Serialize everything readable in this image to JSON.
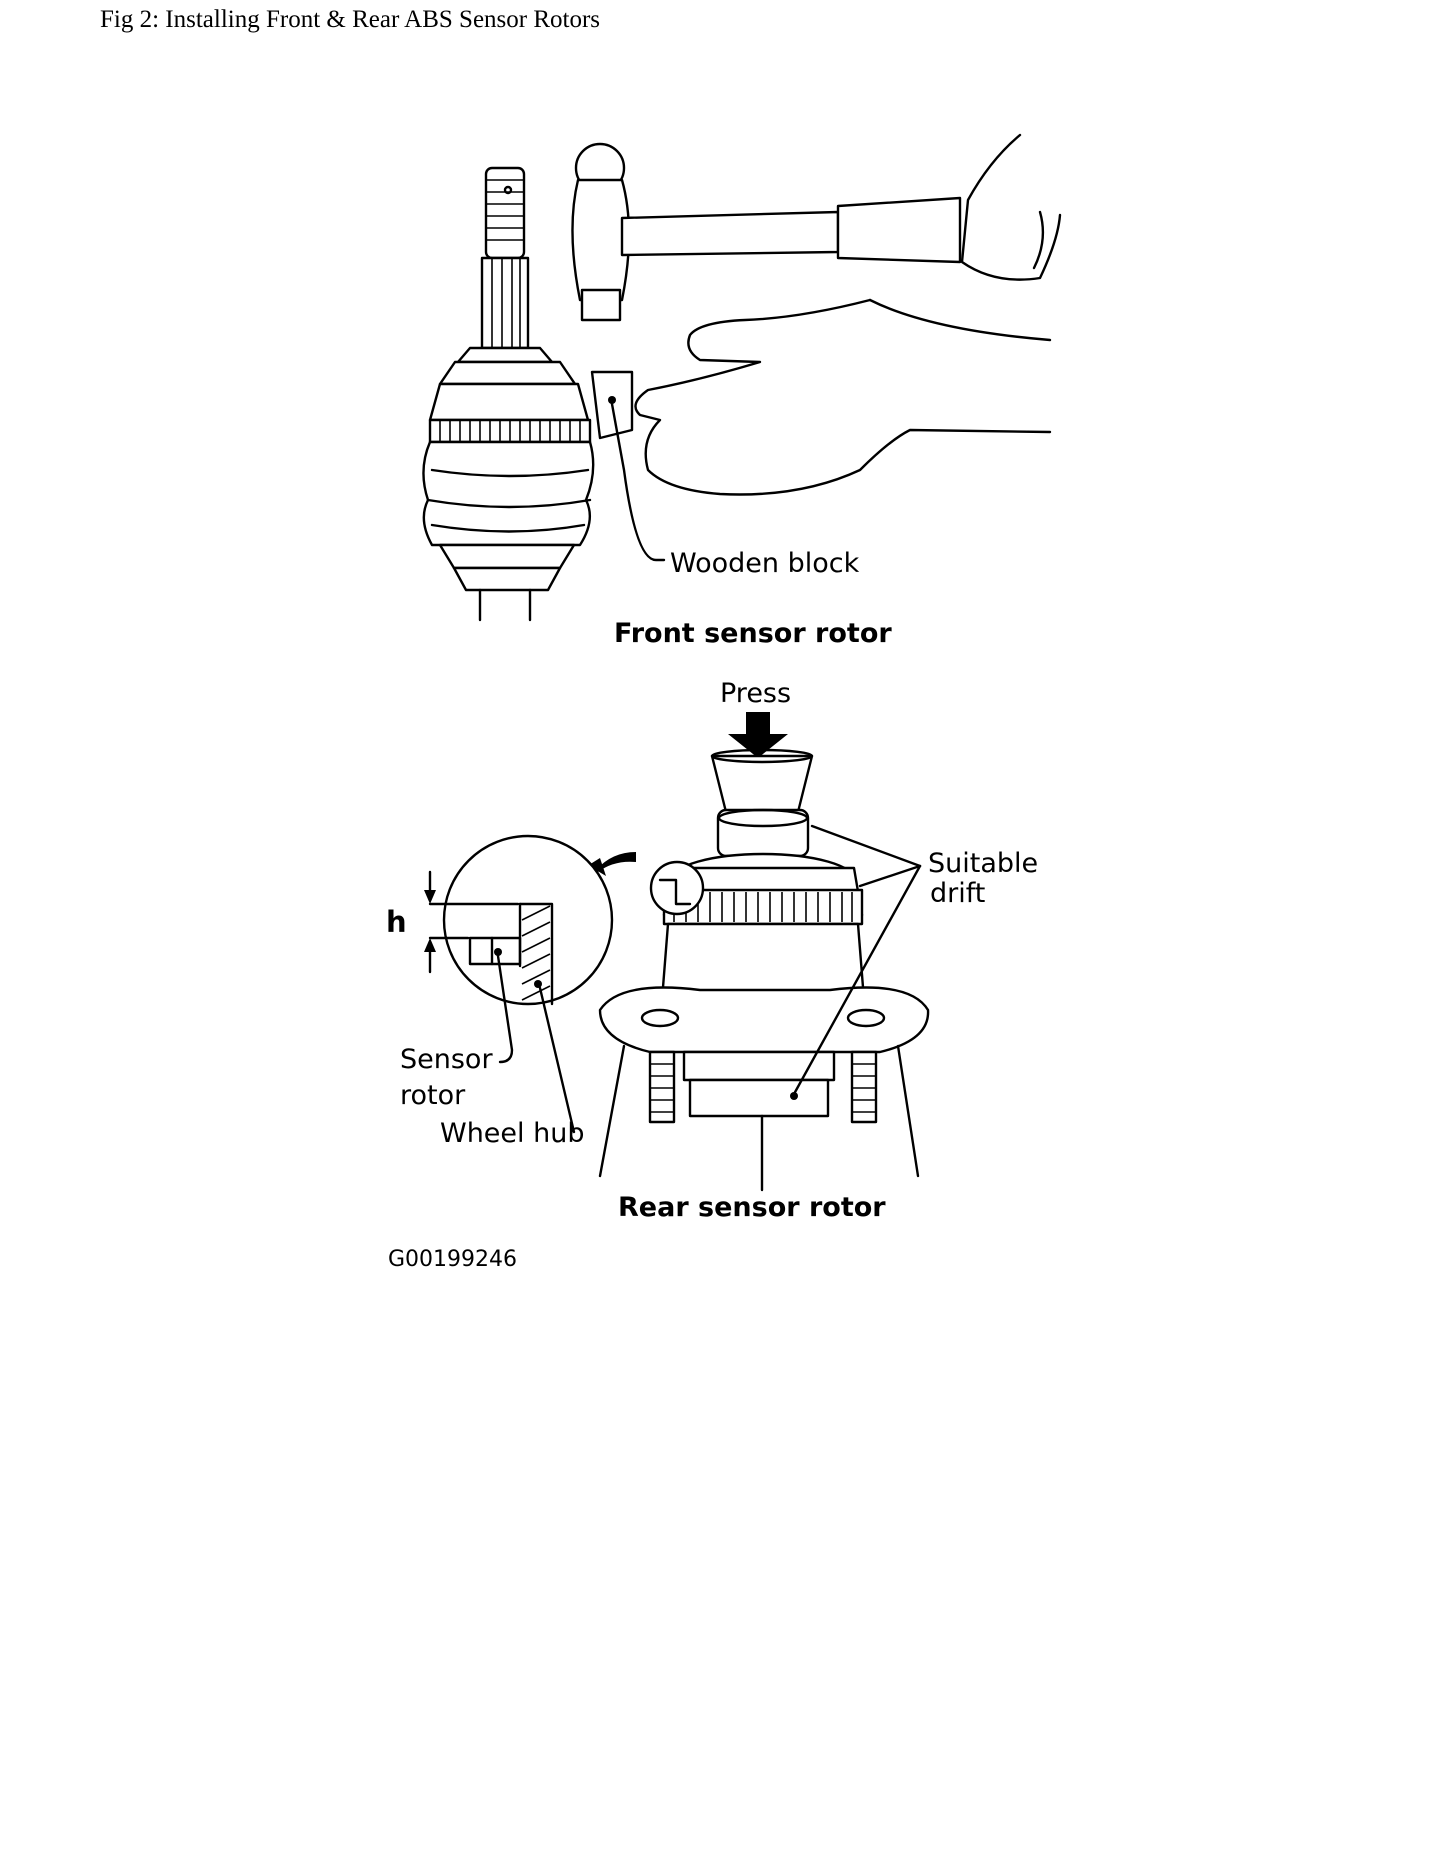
{
  "caption": "Fig 2: Installing Front & Rear ABS Sensor Rotors",
  "labels": {
    "wooden_block": "Wooden block",
    "front_title": "Front sensor rotor",
    "press": "Press",
    "suitable_drift_1": "Suitable",
    "suitable_drift_2": "drift",
    "h": "h",
    "sensor_rotor_1": "Sensor",
    "sensor_rotor_2": "rotor",
    "wheel_hub": "Wheel hub",
    "rear_title": "Rear sensor rotor",
    "figure_id": "G00199246"
  }
}
